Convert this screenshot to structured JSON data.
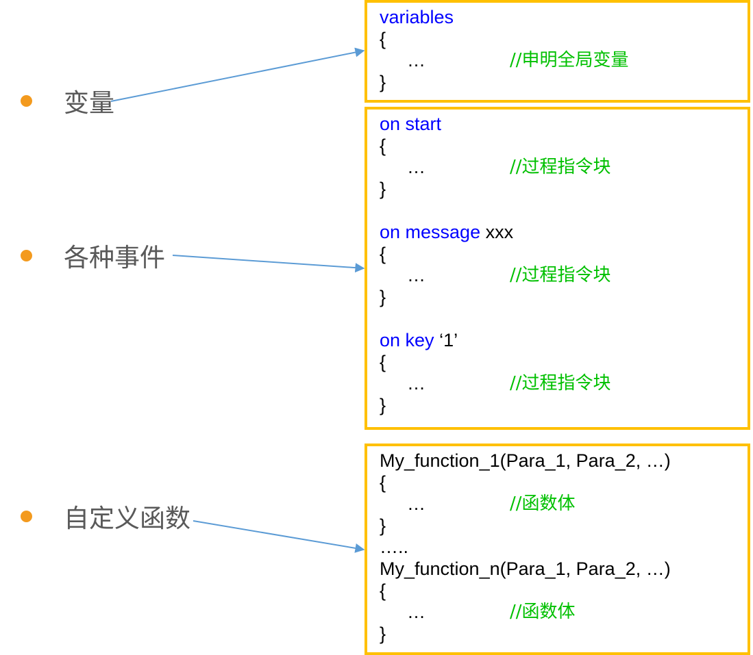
{
  "bullets": [
    {
      "label": "变量"
    },
    {
      "label": "各种事件"
    },
    {
      "label": "自定义函数"
    }
  ],
  "variables_block": {
    "keyword": "variables",
    "open": "{",
    "ellipsis": "…",
    "comment": "//申明全局变量",
    "close": "}"
  },
  "events_block": {
    "start": {
      "keyword": "on start",
      "open": "{",
      "ellipsis": "…",
      "comment": "//过程指令块",
      "close": "}"
    },
    "message": {
      "keyword": "on message",
      "arg": " xxx",
      "open": "{",
      "ellipsis": "…",
      "comment": "//过程指令块",
      "close": "}"
    },
    "key": {
      "keyword": "on key",
      "arg": " ‘1’",
      "open": "{",
      "ellipsis": "…",
      "comment": "//过程指令块",
      "close": "}"
    }
  },
  "functions_block": {
    "f1": {
      "signature": "My_function_1(Para_1, Para_2, …)",
      "open": "{",
      "ellipsis": "…",
      "comment": "//函数体",
      "close": "}"
    },
    "dots": "…..",
    "fn": {
      "signature": "My_function_n(Para_1, Para_2, …)",
      "open": "{",
      "ellipsis": "…",
      "comment": "//函数体",
      "close": "}"
    }
  },
  "colors": {
    "bullet": "#f39a1e",
    "box_border": "#ffc000",
    "keyword": "#0000ff",
    "comment": "#00c000",
    "arrow": "#5b9bd5",
    "label": "#595959"
  }
}
